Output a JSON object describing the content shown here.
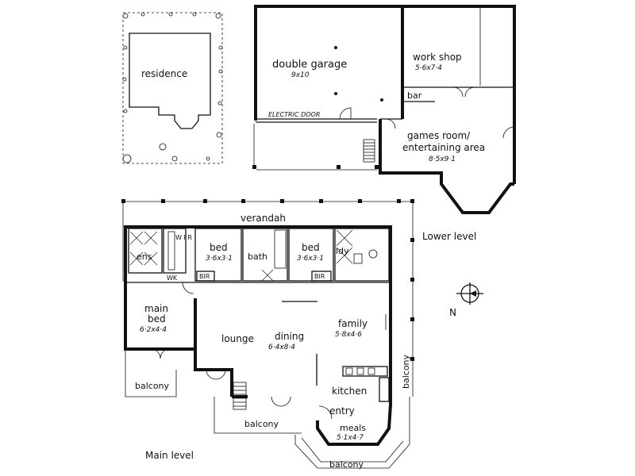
{
  "site": {
    "residence": "residence"
  },
  "lower_level": {
    "title": "Lower level",
    "garage_name": "double garage",
    "garage_dim": "9x10",
    "electric_door": "ELECTRIC DOOR",
    "workshop_name": "work shop",
    "workshop_dim": "5·6x7·4",
    "bar": "bar",
    "games_line1": "games room/",
    "games_line2": "entertaining area",
    "games_dim": "8·5x9·1"
  },
  "main_level": {
    "title": "Main level",
    "verandah": "verandah",
    "ens": "ens",
    "wir": "W I R",
    "bed2_name": "bed",
    "bed2_dim": "3·6x3·1",
    "bath": "bath",
    "bed3_name": "bed",
    "bed3_dim": "3·6x3·1",
    "ldy": "ldy",
    "bir1": "BIR",
    "bir2": "BIR",
    "wk": "WK",
    "main_bed_name1": "main",
    "main_bed_name2": "bed",
    "main_bed_dim": "6·2x4·4",
    "lounge": "lounge",
    "dining_name": "dining",
    "dining_dim": "6·4x8·4",
    "family_name": "family",
    "family_dim": "5·8x4·6",
    "kitchen": "kitchen",
    "entry": "entry",
    "meals_name": "meals",
    "meals_dim": "5·1x4·7",
    "balcony_left": "balcony",
    "balcony_mid": "balcony",
    "balcony_bottom": "balcony",
    "balcony_right": "balcony"
  },
  "compass": {
    "north": "N"
  }
}
